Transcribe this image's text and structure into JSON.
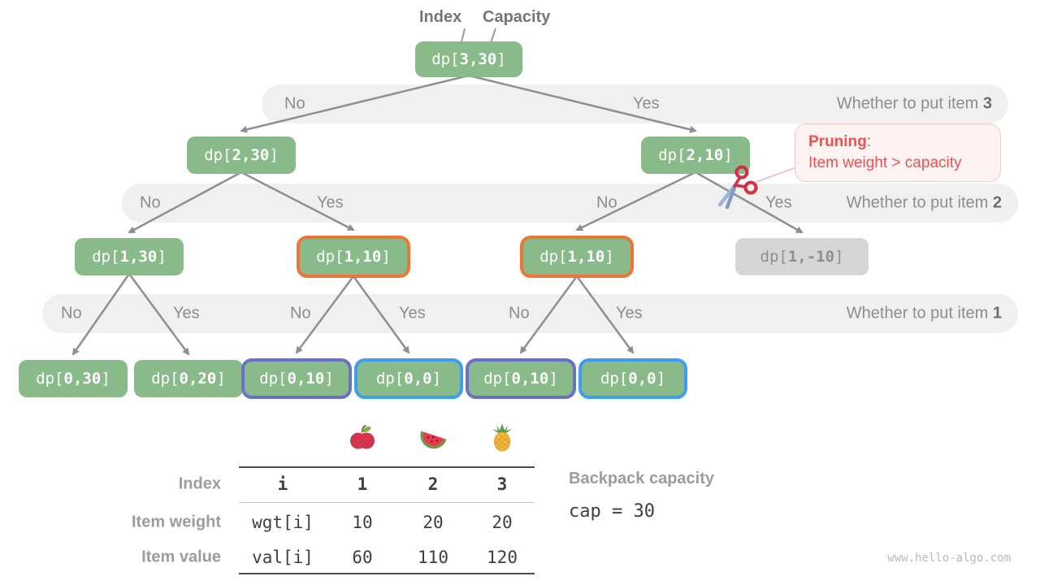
{
  "colors": {
    "node_green": "#89ba8a",
    "node_gray_bg": "#d6d6d6",
    "node_gray_text": "#8f8f8f",
    "highlight_orange": "#ee7438",
    "highlight_purple": "#6b70c8",
    "highlight_blue": "#3c9ef0",
    "band_bg": "#f0f0f0",
    "edge_gray": "#8f8f8f",
    "pruning_red": "#ee5250",
    "pruning_bg": "#fdf3f2",
    "pruning_border": "#f6c9c6"
  },
  "header": {
    "index_label": "Index",
    "capacity_label": "Capacity"
  },
  "tree": {
    "nodes": [
      {
        "id": "root",
        "prefix": "dp[",
        "digits": "3,30",
        "suffix": "]",
        "style": "green"
      },
      {
        "id": "n230",
        "prefix": "dp[",
        "digits": "2,30",
        "suffix": "]",
        "style": "green"
      },
      {
        "id": "n210",
        "prefix": "dp[",
        "digits": "2,10",
        "suffix": "]",
        "style": "green"
      },
      {
        "id": "n130",
        "prefix": "dp[",
        "digits": "1,30",
        "suffix": "]",
        "style": "green"
      },
      {
        "id": "n110a",
        "prefix": "dp[",
        "digits": "1,10",
        "suffix": "]",
        "style": "orange"
      },
      {
        "id": "n110b",
        "prefix": "dp[",
        "digits": "1,10",
        "suffix": "]",
        "style": "orange"
      },
      {
        "id": "n1m10",
        "prefix": "dp[",
        "digits": "1,-10",
        "suffix": "]",
        "style": "gray"
      },
      {
        "id": "leaf030",
        "prefix": "dp[",
        "digits": "0,30",
        "suffix": "]",
        "style": "green"
      },
      {
        "id": "leaf020",
        "prefix": "dp[",
        "digits": "0,20",
        "suffix": "]",
        "style": "green"
      },
      {
        "id": "leaf010a",
        "prefix": "dp[",
        "digits": "0,10",
        "suffix": "]",
        "style": "purple"
      },
      {
        "id": "leaf000a",
        "prefix": "dp[",
        "digits": "0,0",
        "suffix": "]",
        "style": "blue"
      },
      {
        "id": "leaf010b",
        "prefix": "dp[",
        "digits": "0,10",
        "suffix": "]",
        "style": "purple"
      },
      {
        "id": "leaf000b",
        "prefix": "dp[",
        "digits": "0,0",
        "suffix": "]",
        "style": "blue"
      }
    ],
    "edges": [
      [
        "root",
        "n230"
      ],
      [
        "root",
        "n210"
      ],
      [
        "n230",
        "n130"
      ],
      [
        "n230",
        "n110a"
      ],
      [
        "n210",
        "n110b"
      ],
      [
        "n210",
        "n1m10"
      ],
      [
        "n130",
        "leaf030"
      ],
      [
        "n130",
        "leaf020"
      ],
      [
        "n110a",
        "leaf010a"
      ],
      [
        "n110a",
        "leaf000a"
      ],
      [
        "n110b",
        "leaf010b"
      ],
      [
        "n110b",
        "leaf000b"
      ]
    ]
  },
  "bands": [
    {
      "labels": [
        "No",
        "Yes"
      ],
      "question": "Whether to put item ",
      "item": "3"
    },
    {
      "labels": [
        "No",
        "Yes",
        "No",
        "Yes"
      ],
      "question": "Whether to put item ",
      "item": "2"
    },
    {
      "labels": [
        "No",
        "Yes",
        "No",
        "Yes",
        "No",
        "Yes"
      ],
      "question": "Whether to put item ",
      "item": "1"
    }
  ],
  "pruning": {
    "title": "Pruning",
    "colon": ":",
    "body": "Item weight > capacity"
  },
  "table": {
    "column_icons": [
      "apple",
      "watermelon",
      "pineapple"
    ],
    "rows": [
      {
        "label": "Index",
        "cells": [
          "i",
          "1",
          "2",
          "3"
        ],
        "header": true
      },
      {
        "label": "Item weight",
        "cells": [
          "wgt[i]",
          "10",
          "20",
          "20"
        ],
        "header": false
      },
      {
        "label": "Item value",
        "cells": [
          "val[i]",
          "60",
          "110",
          "120"
        ],
        "header": false
      }
    ]
  },
  "backpack": {
    "label": "Backpack capacity",
    "value": "cap = 30"
  },
  "watermark": "www.hello-algo.com"
}
